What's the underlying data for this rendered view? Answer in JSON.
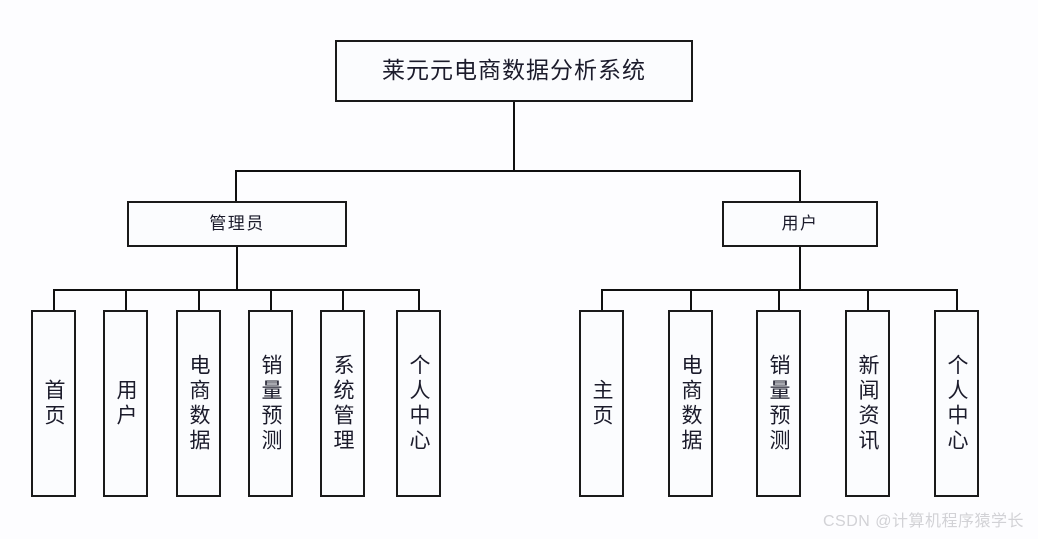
{
  "diagram": {
    "type": "organization-chart",
    "title": "莱元元电商数据分析系统",
    "root": {
      "label": "莱元元电商数据分析系统"
    },
    "roles": [
      {
        "key": "admin",
        "label": "管理员"
      },
      {
        "key": "user",
        "label": "用户"
      }
    ],
    "admin_children": [
      {
        "label": "首页"
      },
      {
        "label": "用户"
      },
      {
        "label": "电商数据"
      },
      {
        "label": "销量预测"
      },
      {
        "label": "系统管理"
      },
      {
        "label": "个人中心"
      }
    ],
    "user_children": [
      {
        "label": "主页"
      },
      {
        "label": "电商数据"
      },
      {
        "label": "销量预测"
      },
      {
        "label": "新闻资讯"
      },
      {
        "label": "个人中心"
      }
    ],
    "colors": {
      "background": "#fdfdff",
      "box_fill": "#fbfcfe",
      "box_border": "#1a1a1a",
      "connector": "#101010",
      "text": "#1b1b2b",
      "watermark": "#d2d2d6"
    }
  },
  "watermark": {
    "text": "CSDN @计算机程序猿学长"
  }
}
